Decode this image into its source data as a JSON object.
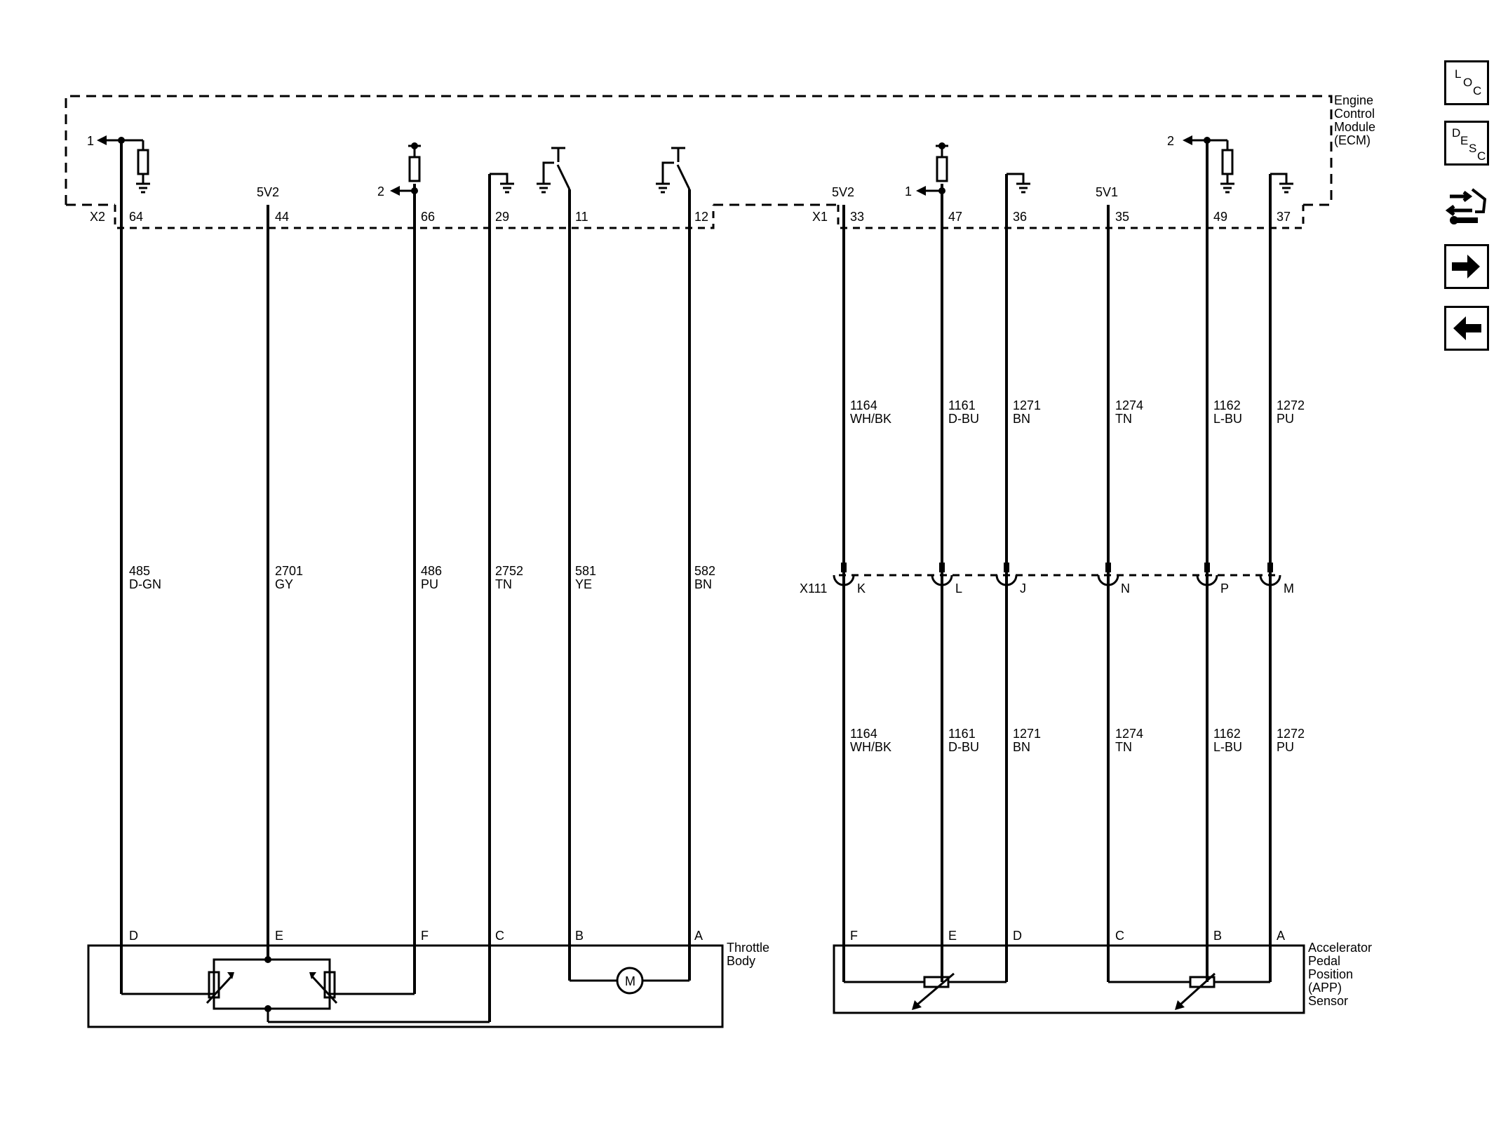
{
  "module": {
    "title_lines": [
      "Engine",
      "Control",
      "Module",
      "(ECM)"
    ],
    "connector_left": "X2",
    "connector_right": "X1"
  },
  "left_circuits": [
    {
      "pin": "64",
      "circuit": "485",
      "color": "D-GN",
      "end_pin": "D"
    },
    {
      "pin": "44",
      "circuit": "2701",
      "color": "GY",
      "end_pin": "E",
      "supply": "5V2"
    },
    {
      "pin": "66",
      "circuit": "486",
      "color": "PU",
      "end_pin": "F"
    },
    {
      "pin": "29",
      "circuit": "2752",
      "color": "TN",
      "end_pin": "C"
    },
    {
      "pin": "11",
      "circuit": "581",
      "color": "YE",
      "end_pin": "B"
    },
    {
      "pin": "12",
      "circuit": "582",
      "color": "BN",
      "end_pin": "A"
    }
  ],
  "left_refs": {
    "ref_64": "1",
    "ref_66": "2"
  },
  "right_circuits": [
    {
      "pin": "33",
      "circuit": "1164",
      "color": "WH/BK",
      "inline_pin": "K",
      "end_pin": "F",
      "supply": "5V2"
    },
    {
      "pin": "47",
      "circuit": "1161",
      "color": "D-BU",
      "inline_pin": "L",
      "end_pin": "E"
    },
    {
      "pin": "36",
      "circuit": "1271",
      "color": "BN",
      "inline_pin": "J",
      "end_pin": "D"
    },
    {
      "pin": "35",
      "circuit": "1274",
      "color": "TN",
      "inline_pin": "N",
      "end_pin": "C",
      "supply": "5V1"
    },
    {
      "pin": "49",
      "circuit": "1162",
      "color": "L-BU",
      "inline_pin": "P",
      "end_pin": "B"
    },
    {
      "pin": "37",
      "circuit": "1272",
      "color": "PU",
      "inline_pin": "M",
      "end_pin": "A"
    }
  ],
  "right_refs": {
    "ref_47": "1",
    "ref_49": "2"
  },
  "inline_connector": "X111",
  "throttle_body": {
    "label_lines": [
      "Throttle",
      "Body"
    ],
    "motor_symbol": "M"
  },
  "app_sensor": {
    "label_lines": [
      "Accelerator",
      "Pedal",
      "Position",
      "(APP)",
      "Sensor"
    ]
  },
  "nav": {
    "loc": {
      "letters": [
        "L",
        "O",
        "C"
      ]
    },
    "desc": {
      "letters": [
        "D",
        "E",
        "S",
        "C"
      ]
    },
    "icons": [
      "loc-icon",
      "desc-icon",
      "connector-tool-icon",
      "next-arrow-icon",
      "previous-arrow-icon"
    ]
  }
}
